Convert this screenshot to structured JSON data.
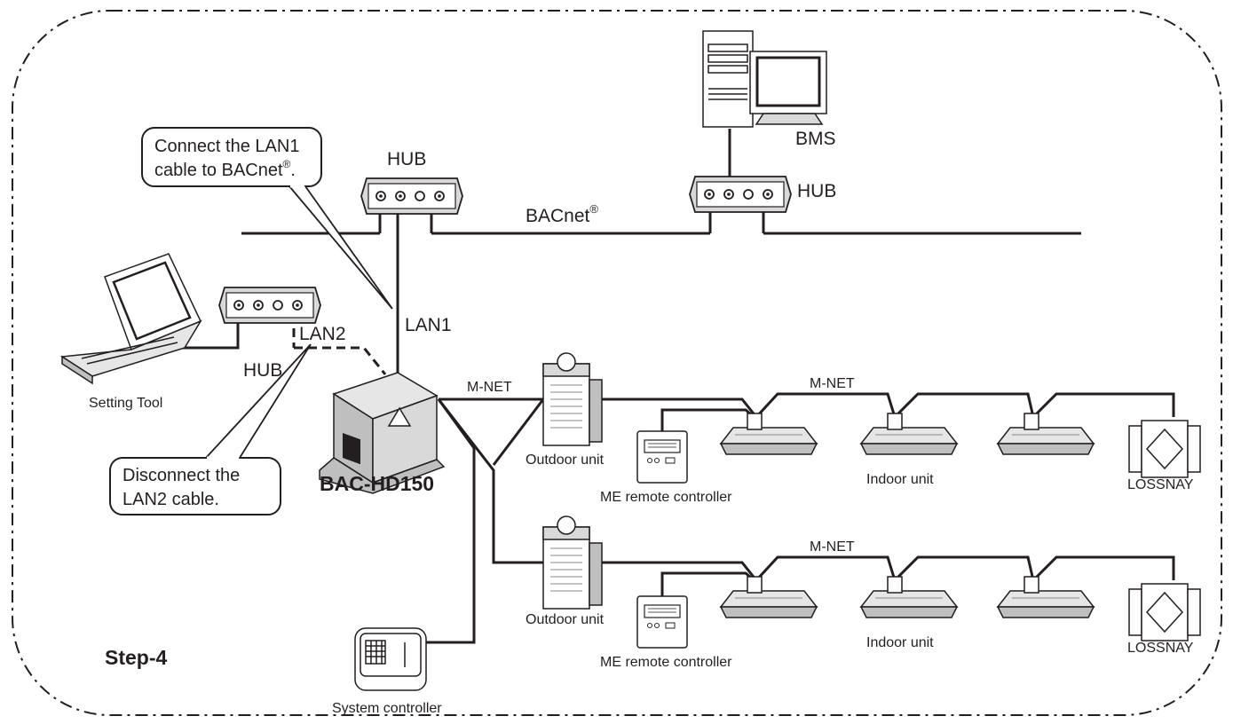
{
  "step_label": "Step-4",
  "bms_label": "BMS",
  "hub_left_label": "HUB",
  "hub_right_label": "HUB",
  "hub_local_label": "HUB",
  "bacnet_label": "BACnet",
  "bacnet_mark": "®",
  "lan1_label": "LAN1",
  "lan2_label": "LAN2",
  "mnet_label_main": "M-NET",
  "mnet_label_row1": "M-NET",
  "mnet_label_row2": "M-NET",
  "device_label": "BAC-HD150",
  "setting_tool_label": "Setting Tool",
  "system_controller_label": "System controller",
  "callout_lan1": {
    "line1": "Connect the LAN1",
    "line2": "cable to BACnet",
    "mark": "®",
    "end": "."
  },
  "callout_lan2": {
    "line1": "Disconnect the",
    "line2": "LAN2 cable."
  },
  "rows": [
    {
      "outdoor_label": "Outdoor unit",
      "remote_label": "ME remote controller",
      "indoor_label": "Indoor unit",
      "lossnay_label": "LOSSNAY"
    },
    {
      "outdoor_label": "Outdoor unit",
      "remote_label": "ME remote controller",
      "indoor_label": "Indoor unit",
      "lossnay_label": "LOSSNAY"
    }
  ]
}
